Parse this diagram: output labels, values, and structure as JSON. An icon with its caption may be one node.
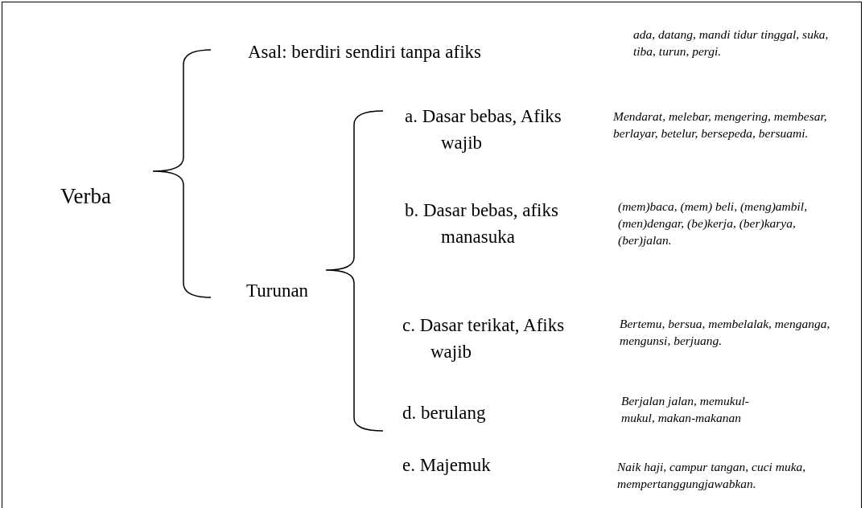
{
  "diagram": {
    "labels": [
      "Verba",
      "Asal: berdiri sendiri tanpa afiks",
      "ada, datang, mandi tidur tinggal, suka, tiba, turun, pergi.",
      "Turunan",
      "a. Dasar bebas, Afiks wajib",
      "Mendarat, melebar, mengering, membesar, berlayar, betelur, bersepeda, bersuami.",
      "b. Dasar bebas, afiks manasuka",
      "(mem)baca, (mem) beli, (meng)ambil, (men)dengar, (be)kerja, (ber)karya, (ber)jalan.",
      "c. Dasar terikat, Afiks wajib",
      "Bertemu, bersua, membelalak, menganga, mengunsi, berjuang.",
      "d. berulang",
      "Berjalan jalan, memukul- mukul, makan-makanan",
      "e. Majemuk",
      "Naik haji, campur tangan, cuci muka, mempertanggungjawabkan."
    ]
  }
}
